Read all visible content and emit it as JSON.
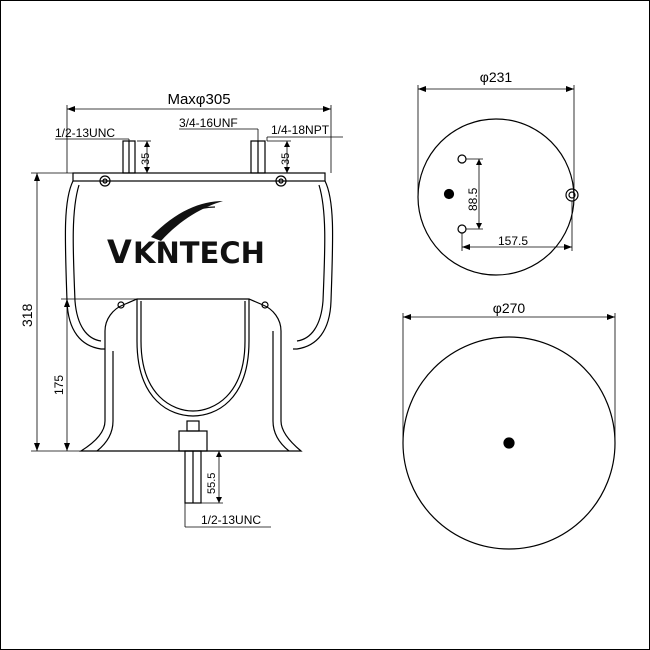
{
  "brand": {
    "name": "KNTECH",
    "letter": "V"
  },
  "left_view": {
    "max_diameter": "Maxφ305",
    "top_left_thread": "1/2-13UNC",
    "top_center_thread": "3/4-16UNF",
    "top_right_thread": "1/4-18NPT",
    "stud_height_left": "35",
    "stud_height_right": "35",
    "overall_height": "318",
    "piston_height": "175",
    "bottom_stud_length": "55.5",
    "bottom_thread": "1/2-13UNC"
  },
  "top_view": {
    "diameter": "φ231",
    "hole_vertical_spacing": "88.5",
    "hole_horizontal_spacing": "157.5"
  },
  "bottom_view": {
    "diameter": "φ270"
  },
  "colors": {
    "line": "#000000",
    "background": "#ffffff"
  }
}
